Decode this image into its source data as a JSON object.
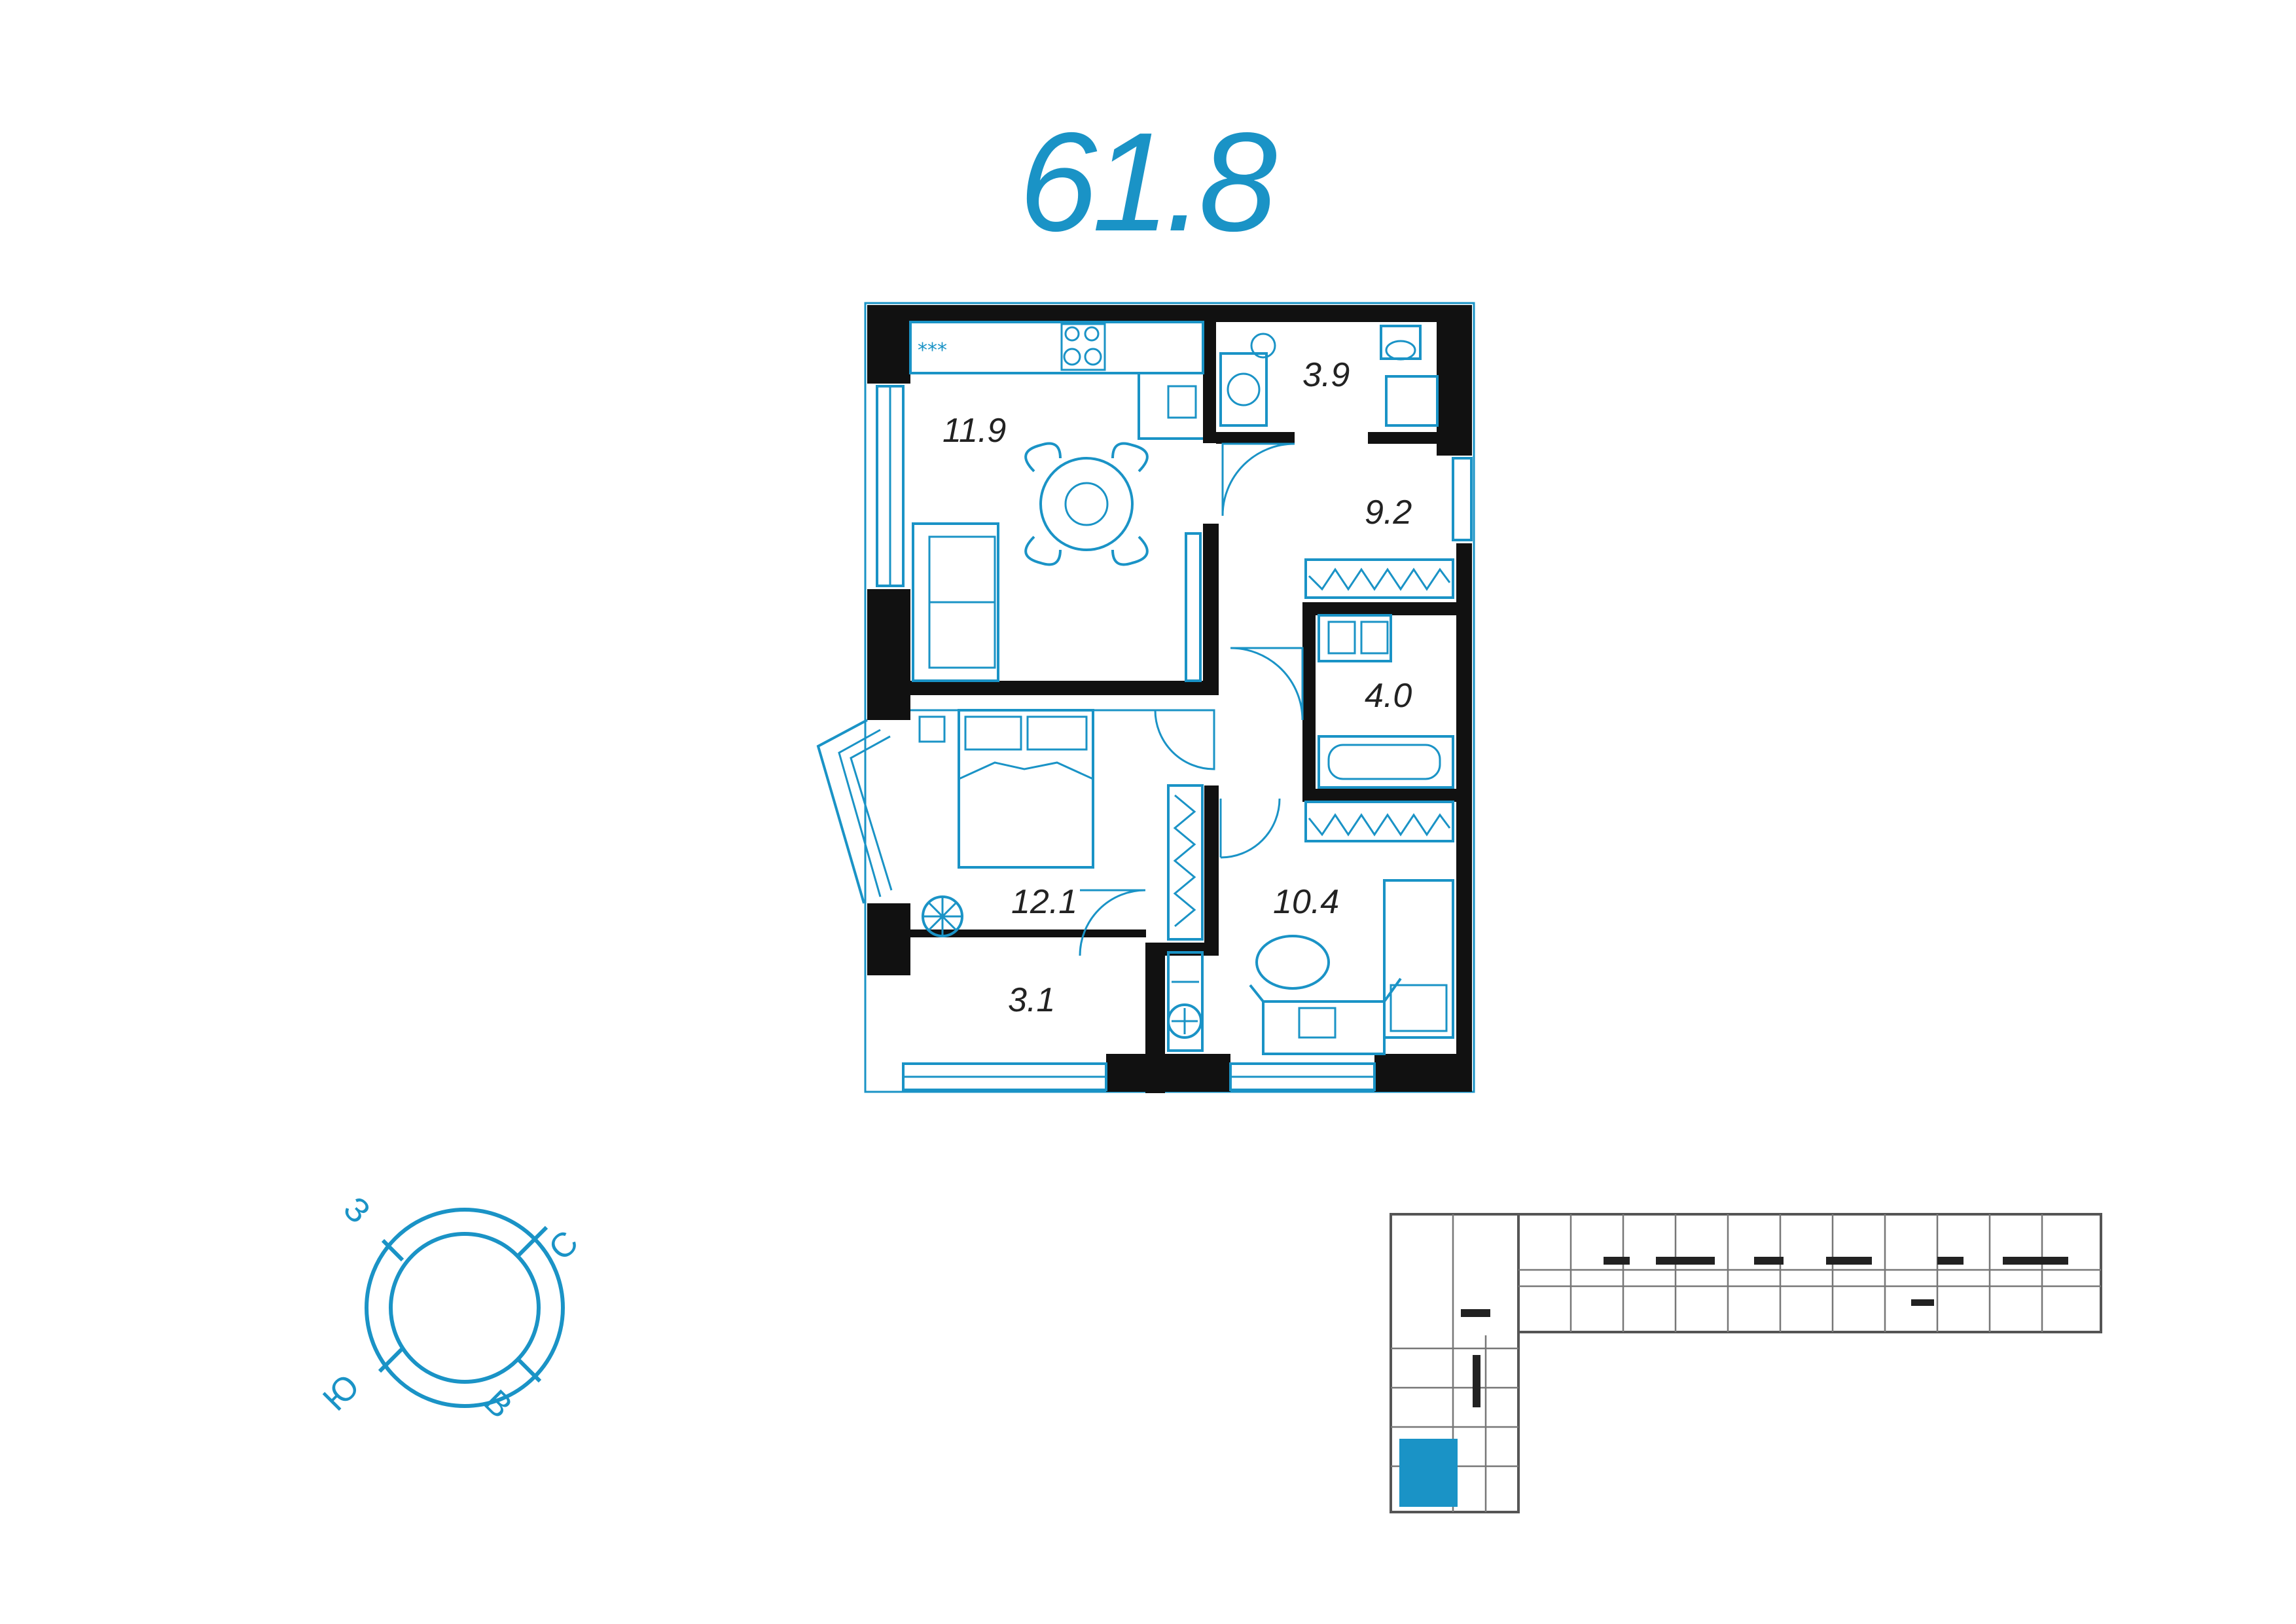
{
  "apartment": {
    "total_area": "61.8",
    "accent_color": "#1a93c6",
    "wall_color": "#111111"
  },
  "rooms": [
    {
      "id": "kitchen-living",
      "area": "11.9"
    },
    {
      "id": "bathroom",
      "area": "3.9"
    },
    {
      "id": "hallway",
      "area": "9.2"
    },
    {
      "id": "bathroom-2",
      "area": "4.0"
    },
    {
      "id": "bedroom",
      "area": "12.1"
    },
    {
      "id": "balcony",
      "area": "3.1"
    },
    {
      "id": "bedroom-2",
      "area": "10.4"
    }
  ],
  "compass": {
    "west": "З",
    "north": "С",
    "south": "Ю",
    "east": "В"
  },
  "floor_plan": {
    "highlight_color": "#1a93c6"
  }
}
